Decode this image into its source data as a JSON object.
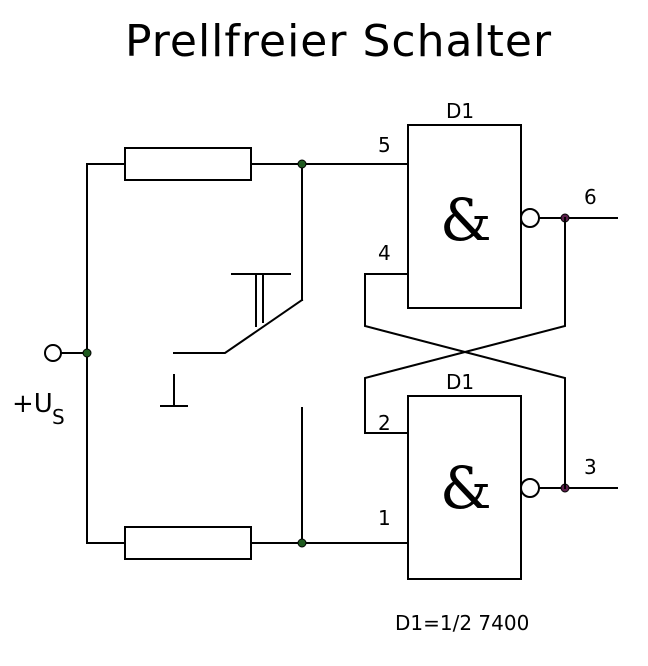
{
  "title": "Prellfreier Schalter",
  "gate_top": {
    "name": "D1",
    "symbol": "&",
    "pin_in_a": "5",
    "pin_in_b": "4",
    "pin_out": "6"
  },
  "gate_bottom": {
    "name": "D1",
    "symbol": "&",
    "pin_in_a": "2",
    "pin_in_b": "1",
    "pin_out": "3"
  },
  "supply": {
    "label": "+U",
    "subscript": "S"
  },
  "footnote": "D1=1/2 7400"
}
